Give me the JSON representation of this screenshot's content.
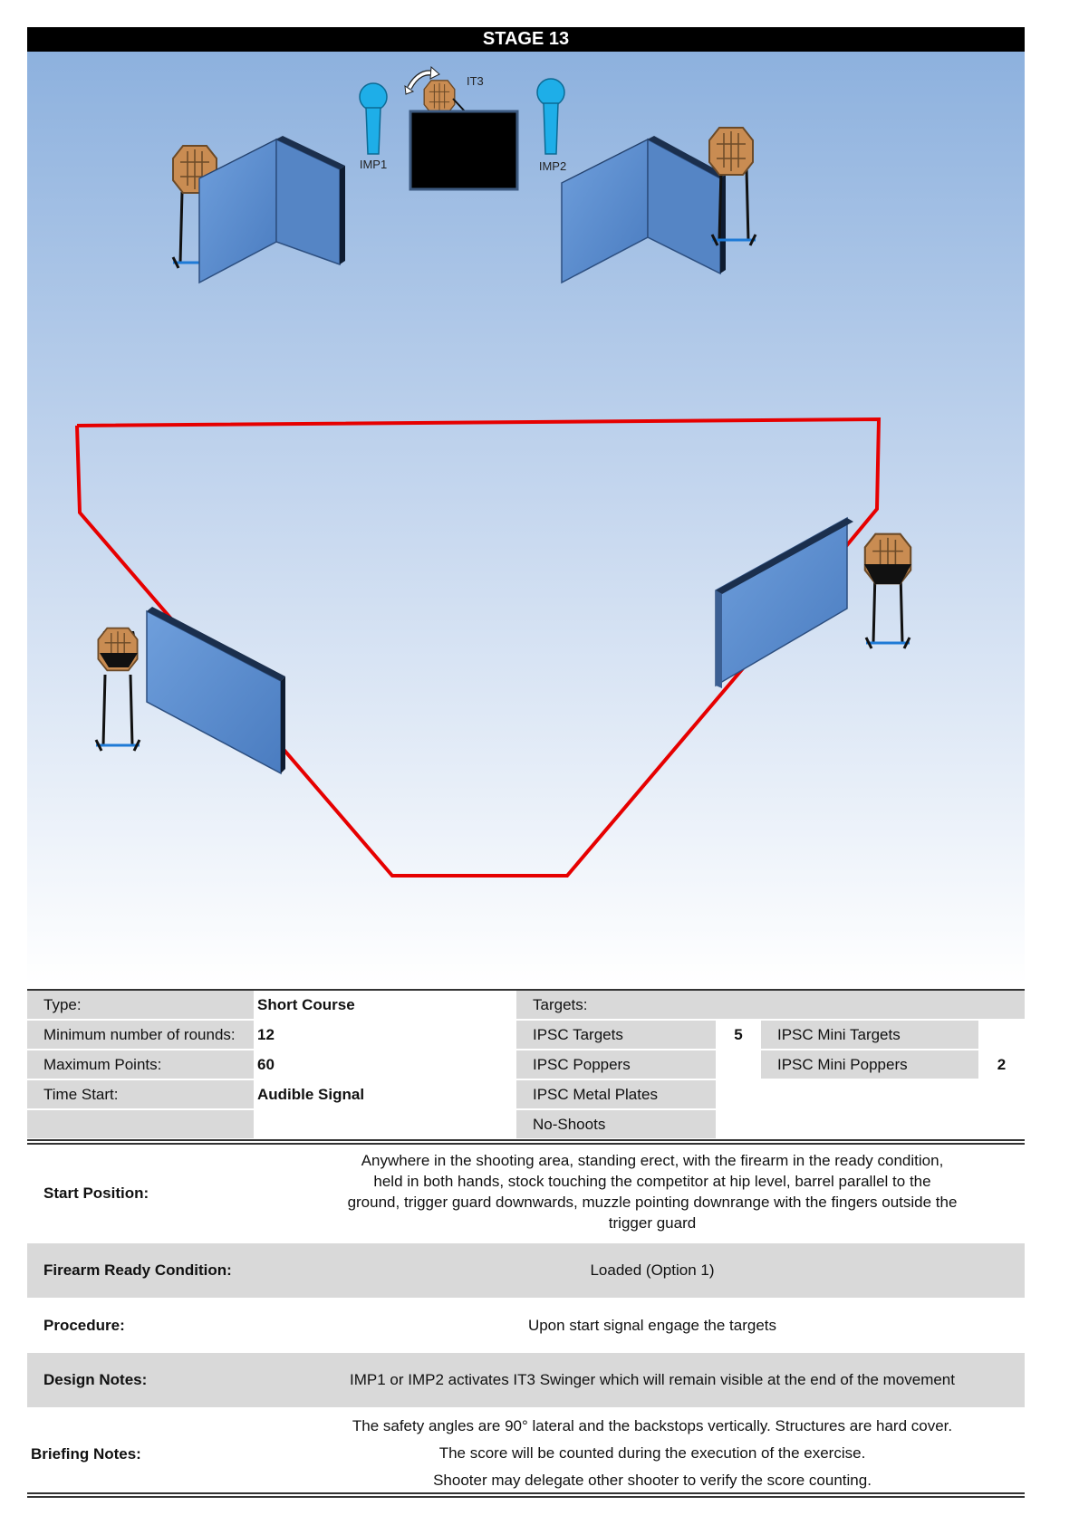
{
  "title": "STAGE 13",
  "diagram": {
    "labels": {
      "imp1": "IMP1",
      "imp2": "IMP2",
      "it3": "IT3"
    }
  },
  "table": {
    "type_label": "Type:",
    "type_value": "Short Course",
    "min_rounds_label": "Minimum number of rounds:",
    "min_rounds_value": "12",
    "max_points_label": "Maximum Points:",
    "max_points_value": "60",
    "time_start_label": "Time Start:",
    "time_start_value": "Audible Signal",
    "targets_label": "Targets:",
    "ipsc_targets_label": "IPSC Targets",
    "ipsc_targets_value": "5",
    "ipsc_poppers_label": "IPSC Poppers",
    "ipsc_metal_plates_label": "IPSC Metal Plates",
    "no_shoots_label": "No-Shoots",
    "mini_targets_label": "IPSC Mini Targets",
    "mini_poppers_label": "IPSC Mini Poppers",
    "mini_poppers_value": "2"
  },
  "start_position": {
    "label": "Start Position:",
    "lines": [
      "Anywhere in the shooting area, standing erect, with the firearm in the ready condition,",
      "held in both hands, stock touching the competitor at hip level, barrel parallel to the",
      "ground, trigger guard downwards, muzzle pointing downrange with the fingers outside the",
      "trigger guard"
    ]
  },
  "firearm_ready": {
    "label": "Firearm Ready Condition:",
    "text": "Loaded (Option 1)"
  },
  "procedure": {
    "label": "Procedure:",
    "text": "Upon start signal engage the targets"
  },
  "design_notes": {
    "label": "Design Notes:",
    "text": "IMP1 or IMP2 activates IT3 Swinger which will remain visible at the end of the movement"
  },
  "briefing_notes": {
    "label": "Briefing Notes:",
    "lines": [
      "The safety angles are 90° lateral and the backstops vertically. Structures are hard cover.",
      "The score will be counted during the execution of the exercise.",
      "Shooter may delegate other shooter to verify the score counting."
    ]
  },
  "colors": {
    "fault_line": "#e60000",
    "wall": "#5b8fd1",
    "target": "#c98c52",
    "popper": "#1eaee8"
  }
}
